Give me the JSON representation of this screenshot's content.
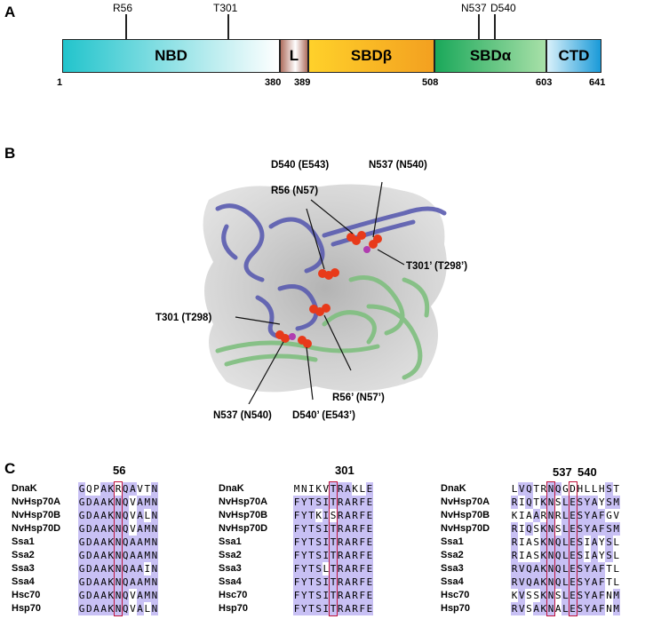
{
  "panel_labels": {
    "a": "A",
    "b": "B",
    "c": "C"
  },
  "domain_map": {
    "domains": [
      {
        "label": "NBD",
        "start": 1,
        "end": 380,
        "color_left": "#22c4cc",
        "color_right": "#ffffff"
      },
      {
        "label": "L",
        "start": 380,
        "end": 389,
        "color_left": "#b07060",
        "color_right": "#ffffff"
      },
      {
        "label": "SBDβ",
        "start": 389,
        "end": 508,
        "color_left": "#ffd12a",
        "color_right": "#f3a020"
      },
      {
        "label": "SBDα",
        "start": 508,
        "end": 603,
        "color_left": "#1aa85a",
        "color_right": "#a8e0a8"
      },
      {
        "label": "CTD",
        "start": 603,
        "end": 641,
        "color_left": "#d8f0fa",
        "color_right": "#1a9ad8"
      }
    ],
    "residue_ticks": [
      "1",
      "380",
      "389",
      "508",
      "603",
      "641"
    ],
    "mutation_labels": [
      "R56",
      "T301",
      "N537",
      "D540"
    ]
  },
  "structure_annotations": {
    "d540": "D540 (E543)",
    "n537_top": "N537 (N540)",
    "r56": "R56 (N57)",
    "t301p": "T301’ (T298’)",
    "t301": "T301 (T298)",
    "r56p": "R56’ (N57’)",
    "n537_bottom": "N537 (N540)",
    "d540p": "D540’ (E543’)"
  },
  "alignment": {
    "species": [
      "DnaK",
      "NvHsp70A",
      "NvHsp70B",
      "NvHsp70D",
      "Ssa1",
      "Ssa2",
      "Ssa3",
      "Ssa4",
      "Hsc70",
      "Hsp70"
    ],
    "blocks": [
      {
        "position_label": "56",
        "sequences": [
          "GQPAKRQAVTN",
          "GDAAKNQVAMN",
          "GDAAKNQVALN",
          "GDAAKNQVAMN",
          "GDAAKNQAAMN",
          "GDAAKNQAAMN",
          "GDAAKNQAAIN",
          "GDAAKNQAAMN",
          "GDAAKNQVAMN",
          "GDAAKNQVALN"
        ]
      },
      {
        "position_label": "301",
        "sequences": [
          "MNIKVTRAKLE",
          "FYTSITRARFE",
          "FYTKISRARFE",
          "FYTSITRARFE",
          "FYTSITRARFE",
          "FYTSITRARFE",
          "FYTSLTRARFE",
          "FYTSITRARFE",
          "FYTSITRARFE",
          "FYTSITRARFE"
        ]
      },
      {
        "position_label_a": "537",
        "position_label_b": "540",
        "sequences": [
          "LVQTRNQGDHLLHST",
          "RIQTKNSLESYAYSM",
          "KIAARNRLESYAFGV",
          "RIQSKNSLESYAFSM",
          "RIASKNQLESIAYSL",
          "RIASKNQLESIAYSL",
          "RVQAKNQLESYAFTL",
          "RVQAKNQLESYAFTL",
          "KVSSKNSLESYAFNM",
          "RVSAKNALESYAFNM"
        ]
      }
    ],
    "shade_color": "#c8c0f4"
  }
}
